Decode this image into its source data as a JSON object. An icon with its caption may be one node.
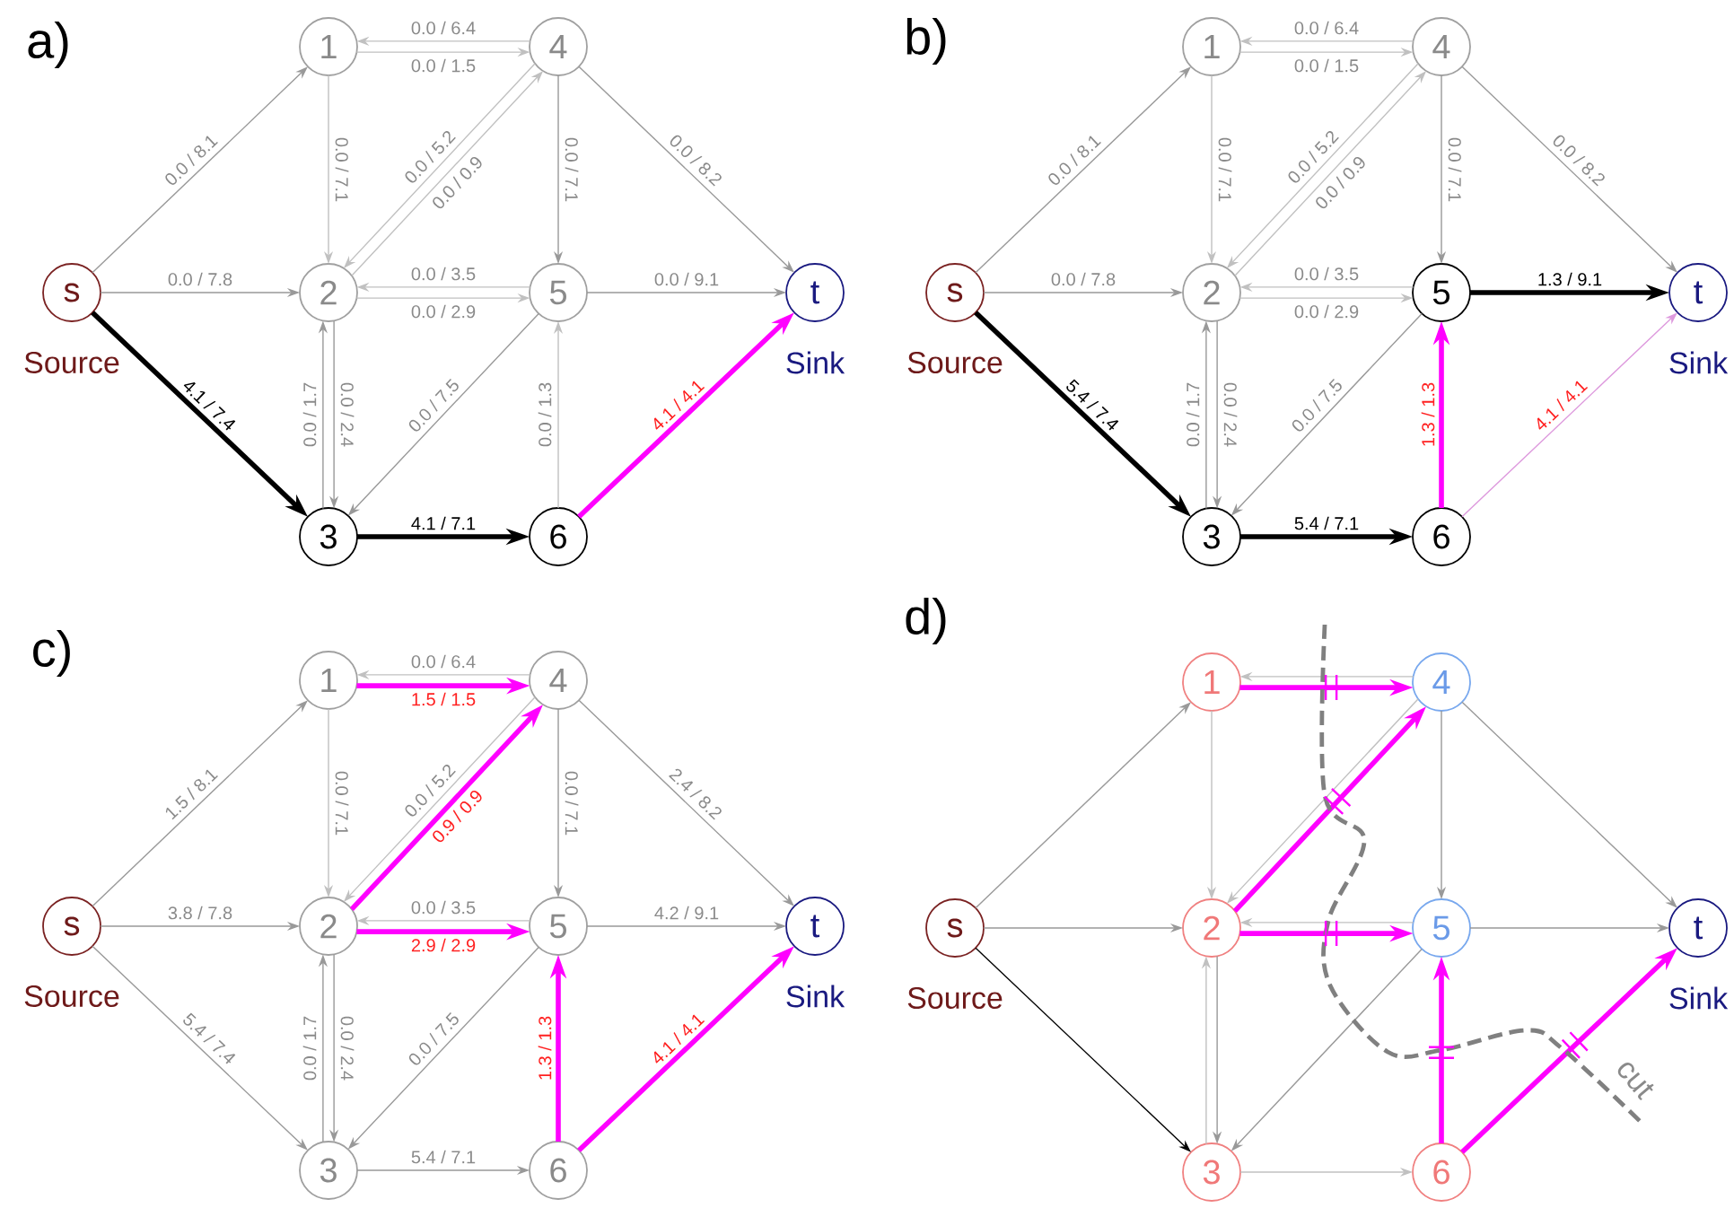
{
  "diagram": {
    "nodes": [
      {
        "text": [
          "s"
        ],
        "beside": [
          "Source"
        ]
      },
      {
        "text": [
          "1"
        ]
      },
      {
        "text": [
          "2"
        ]
      },
      {
        "text": [
          "3"
        ]
      },
      {
        "text": [
          "4"
        ]
      },
      {
        "text": [
          "5"
        ]
      },
      {
        "text": [
          "6"
        ]
      },
      {
        "text": [
          "t"
        ],
        "beside": [
          "Sink"
        ]
      },
      {
        "text": [
          "s"
        ],
        "beside": [
          "Source"
        ]
      },
      {
        "text": [
          "1"
        ]
      },
      {
        "text": [
          "2"
        ]
      },
      {
        "text": [
          "3"
        ]
      },
      {
        "text": [
          "4"
        ]
      },
      {
        "text": [
          "5"
        ]
      },
      {
        "text": [
          "6"
        ]
      },
      {
        "text": [
          "t"
        ],
        "beside": [
          "Sink"
        ]
      },
      {
        "text": [
          "s"
        ],
        "beside": [
          "Source"
        ]
      },
      {
        "text": [
          "1"
        ]
      },
      {
        "text": [
          "2"
        ]
      },
      {
        "text": [
          "3"
        ]
      },
      {
        "text": [
          "4"
        ]
      },
      {
        "text": [
          "5"
        ]
      },
      {
        "text": [
          "6"
        ]
      },
      {
        "text": [
          "t"
        ],
        "beside": [
          "Sink"
        ]
      },
      {
        "text": [
          "s"
        ],
        "beside": [
          "Source"
        ]
      },
      {
        "text": [
          "1"
        ]
      },
      {
        "text": [
          "2"
        ]
      },
      {
        "text": [
          "3"
        ]
      },
      {
        "text": [
          "4"
        ]
      },
      {
        "text": [
          "5"
        ]
      },
      {
        "text": [
          "6"
        ]
      },
      {
        "text": [
          "t"
        ],
        "beside": [
          "Sink"
        ]
      }
    ],
    "edges": [
      {
        "from": 0,
        "to": 1,
        "arrow": "to",
        "label": "0.0 / 8.1"
      },
      {
        "from": 0,
        "to": 2,
        "arrow": "to",
        "label": "0.0 / 7.8"
      },
      {
        "from": 0,
        "to": 3,
        "arrow": "to",
        "label": "4.1 / 7.4",
        "style": "thick",
        "color": "#000000"
      },
      {
        "from": 4,
        "to": 1,
        "arrow": "to",
        "label": "0.0 / 6.4",
        "color": "#c0c0c0"
      },
      {
        "from": 1,
        "to": 4,
        "arrow": "to",
        "label": "0.0 / 1.5",
        "color": "#c0c0c0"
      },
      {
        "from": 1,
        "to": 2,
        "arrow": "to",
        "label": "0.0 / 7.1",
        "color": "#c0c0c0"
      },
      {
        "from": 4,
        "to": 2,
        "arrow": "to",
        "label": "0.0 / 5.2",
        "color": "#c0c0c0"
      },
      {
        "from": 2,
        "to": 4,
        "arrow": "to",
        "label": "0.0 / 0.9",
        "color": "#c0c0c0"
      },
      {
        "from": 4,
        "to": 5,
        "arrow": "to",
        "label": "0.0 / 7.1"
      },
      {
        "from": 4,
        "to": 7,
        "arrow": "to",
        "label": "0.0 / 8.2"
      },
      {
        "from": 5,
        "to": 2,
        "arrow": "to",
        "label": "0.0 / 3.5",
        "color": "#c0c0c0"
      },
      {
        "from": 2,
        "to": 5,
        "arrow": "to",
        "label": "0.0 / 2.9",
        "color": "#c0c0c0"
      },
      {
        "from": 5,
        "to": 7,
        "arrow": "to",
        "label": "0.0 / 9.1"
      },
      {
        "from": 3,
        "to": 2,
        "arrow": "to",
        "label": "0.0 / 1.7"
      },
      {
        "from": 2,
        "to": 3,
        "arrow": "to",
        "label": "0.0 / 2.4"
      },
      {
        "from": 5,
        "to": 3,
        "arrow": "to",
        "label": "0.0 / 7.5"
      },
      {
        "from": 6,
        "to": 5,
        "arrow": "to",
        "label": "0.0 / 1.3",
        "color": "#c0c0c0"
      },
      {
        "from": 3,
        "to": 6,
        "arrow": "to",
        "label": "4.1 / 7.1",
        "style": "thick",
        "color": "#000000"
      },
      {
        "from": 6,
        "to": 7,
        "arrow": "to",
        "label": "4.1 / 4.1",
        "style": "thick",
        "color": "#ff00ff"
      },
      {
        "from": 8,
        "to": 9,
        "arrow": "to",
        "label": "0.0 / 8.1"
      },
      {
        "from": 8,
        "to": 10,
        "arrow": "to",
        "label": "0.0 / 7.8"
      },
      {
        "from": 8,
        "to": 11,
        "arrow": "to",
        "label": "5.4 / 7.4",
        "style": "thick",
        "color": "#000000"
      },
      {
        "from": 12,
        "to": 9,
        "arrow": "to",
        "label": "0.0 / 6.4",
        "color": "#c0c0c0"
      },
      {
        "from": 9,
        "to": 12,
        "arrow": "to",
        "label": "0.0 / 1.5",
        "color": "#c0c0c0"
      },
      {
        "from": 9,
        "to": 10,
        "arrow": "to",
        "label": "0.0 / 7.1",
        "color": "#c0c0c0"
      },
      {
        "from": 12,
        "to": 10,
        "arrow": "to",
        "label": "0.0 / 5.2",
        "color": "#c0c0c0"
      },
      {
        "from": 10,
        "to": 12,
        "arrow": "to",
        "label": "0.0 / 0.9",
        "color": "#c0c0c0"
      },
      {
        "from": 12,
        "to": 13,
        "arrow": "to",
        "label": "0.0 / 7.1"
      },
      {
        "from": 12,
        "to": 15,
        "arrow": "to",
        "label": "0.0 / 8.2"
      },
      {
        "from": 13,
        "to": 10,
        "arrow": "to",
        "label": "0.0 / 3.5",
        "color": "#c0c0c0"
      },
      {
        "from": 10,
        "to": 13,
        "arrow": "to",
        "label": "0.0 / 2.9",
        "color": "#c0c0c0"
      },
      {
        "from": 13,
        "to": 15,
        "arrow": "to",
        "label": "1.3 / 9.1",
        "style": "thick",
        "color": "#000000"
      },
      {
        "from": 11,
        "to": 10,
        "arrow": "to",
        "label": "0.0 / 1.7"
      },
      {
        "from": 10,
        "to": 11,
        "arrow": "to",
        "label": "0.0 / 2.4"
      },
      {
        "from": 13,
        "to": 11,
        "arrow": "to",
        "label": "0.0 / 7.5"
      },
      {
        "from": 14,
        "to": 13,
        "arrow": "to",
        "label": "1.3 / 1.3",
        "style": "thick",
        "color": "#ff00ff"
      },
      {
        "from": 11,
        "to": 14,
        "arrow": "to",
        "label": "5.4 / 7.1",
        "style": "thick",
        "color": "#000000"
      },
      {
        "from": 14,
        "to": 15,
        "arrow": "to",
        "label": "4.1 / 4.1",
        "color": "#dd99dd"
      },
      {
        "from": 16,
        "to": 17,
        "arrow": "to",
        "label": "1.5 / 8.1"
      },
      {
        "from": 16,
        "to": 18,
        "arrow": "to",
        "label": "3.8 / 7.8"
      },
      {
        "from": 16,
        "to": 19,
        "arrow": "to",
        "label": "5.4 / 7.4"
      },
      {
        "from": 20,
        "to": 17,
        "arrow": "to",
        "label": "0.0 / 6.4",
        "color": "#c0c0c0"
      },
      {
        "from": 17,
        "to": 20,
        "arrow": "to",
        "label": "1.5 / 1.5",
        "style": "thick",
        "color": "#ff00ff"
      },
      {
        "from": 17,
        "to": 18,
        "arrow": "to",
        "label": "0.0 / 7.1",
        "color": "#c0c0c0"
      },
      {
        "from": 20,
        "to": 18,
        "arrow": "to",
        "label": "0.0 / 5.2",
        "color": "#c0c0c0"
      },
      {
        "from": 18,
        "to": 20,
        "arrow": "to",
        "label": "0.9 / 0.9",
        "style": "thick",
        "color": "#ff00ff"
      },
      {
        "from": 20,
        "to": 21,
        "arrow": "to",
        "label": "0.0 / 7.1"
      },
      {
        "from": 20,
        "to": 23,
        "arrow": "to",
        "label": "2.4 / 8.2"
      },
      {
        "from": 21,
        "to": 18,
        "arrow": "to",
        "label": "0.0 / 3.5",
        "color": "#c0c0c0"
      },
      {
        "from": 18,
        "to": 21,
        "arrow": "to",
        "label": "2.9 / 2.9",
        "style": "thick",
        "color": "#ff00ff"
      },
      {
        "from": 21,
        "to": 23,
        "arrow": "to",
        "label": "4.2 / 9.1"
      },
      {
        "from": 19,
        "to": 18,
        "arrow": "to",
        "label": "0.0 / 1.7"
      },
      {
        "from": 18,
        "to": 19,
        "arrow": "to",
        "label": "0.0 / 2.4"
      },
      {
        "from": 21,
        "to": 19,
        "arrow": "to",
        "label": "0.0 / 7.5"
      },
      {
        "from": 22,
        "to": 21,
        "arrow": "to",
        "label": "1.3 / 1.3",
        "style": "thick",
        "color": "#ff00ff"
      },
      {
        "from": 19,
        "to": 22,
        "arrow": "to",
        "label": "5.4 / 7.1"
      },
      {
        "from": 22,
        "to": 23,
        "arrow": "to",
        "label": "4.1 / 4.1",
        "style": "thick",
        "color": "#ff00ff"
      },
      {
        "from": 24,
        "to": 25,
        "arrow": "to"
      },
      {
        "from": 24,
        "to": 26,
        "arrow": "to"
      },
      {
        "from": 24,
        "to": 27,
        "arrow": "to",
        "color": "#000000"
      },
      {
        "from": 28,
        "to": 25,
        "arrow": "to",
        "color": "#c0c0c0"
      },
      {
        "from": 25,
        "to": 28,
        "arrow": "to",
        "style": "thick",
        "color": "#ff00ff"
      },
      {
        "from": 25,
        "to": 26,
        "arrow": "to",
        "color": "#c0c0c0"
      },
      {
        "from": 28,
        "to": 26,
        "arrow": "to",
        "color": "#c0c0c0"
      },
      {
        "from": 26,
        "to": 28,
        "arrow": "to",
        "style": "thick",
        "color": "#ff00ff"
      },
      {
        "from": 28,
        "to": 29,
        "arrow": "to"
      },
      {
        "from": 28,
        "to": 31,
        "arrow": "to"
      },
      {
        "from": 29,
        "to": 26,
        "arrow": "to",
        "color": "#c0c0c0"
      },
      {
        "from": 26,
        "to": 29,
        "arrow": "to",
        "style": "thick",
        "color": "#ff00ff"
      },
      {
        "from": 29,
        "to": 31,
        "arrow": "to"
      },
      {
        "from": 27,
        "to": 26,
        "arrow": "to",
        "color": "#c0c0c0"
      },
      {
        "from": 26,
        "to": 27,
        "arrow": "to"
      },
      {
        "from": 29,
        "to": 27,
        "arrow": "to"
      },
      {
        "from": 30,
        "to": 29,
        "arrow": "to",
        "style": "thick",
        "color": "#ff00ff"
      },
      {
        "from": 27,
        "to": 30,
        "arrow": "to",
        "color": "#c0c0c0"
      },
      {
        "from": 30,
        "to": 31,
        "arrow": "to",
        "style": "thick",
        "color": "#ff00ff"
      }
    ],
    "labels": [
      "a)",
      "b)",
      "c)",
      "d)",
      "cut"
    ]
  }
}
